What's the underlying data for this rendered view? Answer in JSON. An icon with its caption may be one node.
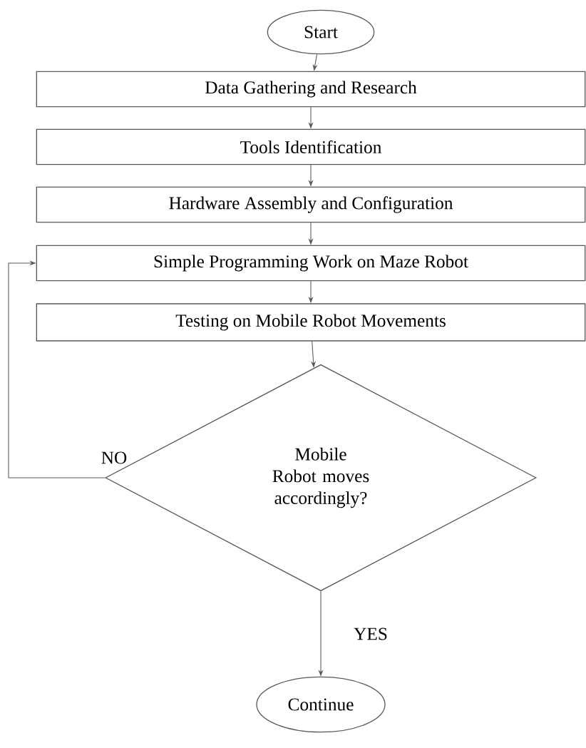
{
  "diagram": {
    "nodes": [
      {
        "text": [
          "Start"
        ]
      },
      {
        "text": [
          "Data Gathering and Research"
        ]
      },
      {
        "text": [
          "Tools Identification"
        ]
      },
      {
        "text": [
          "Hardware Assembly and Configuration"
        ]
      },
      {
        "text": [
          "Simple Programming Work on Maze Robot"
        ]
      },
      {
        "text": [
          "Testing on Mobile Robot Movements"
        ]
      },
      {
        "text": [
          "Mobile Robot moves accordingly?"
        ]
      },
      {
        "text": [
          "Continue"
        ]
      }
    ],
    "edges": [
      {
        "from": 0,
        "to": 1,
        "arrow": "to"
      },
      {
        "from": 1,
        "to": 2,
        "arrow": "to"
      },
      {
        "from": 2,
        "to": 3,
        "arrow": "to"
      },
      {
        "from": 3,
        "to": 4,
        "arrow": "to"
      },
      {
        "from": 4,
        "to": 5,
        "arrow": "to"
      },
      {
        "from": 5,
        "to": 6,
        "arrow": "to"
      },
      {
        "from": 6,
        "to": 7,
        "label": "YES",
        "arrow": "to"
      },
      {
        "from": 6,
        "to": 4,
        "label": "NO",
        "arrow": "to"
      }
    ]
  }
}
